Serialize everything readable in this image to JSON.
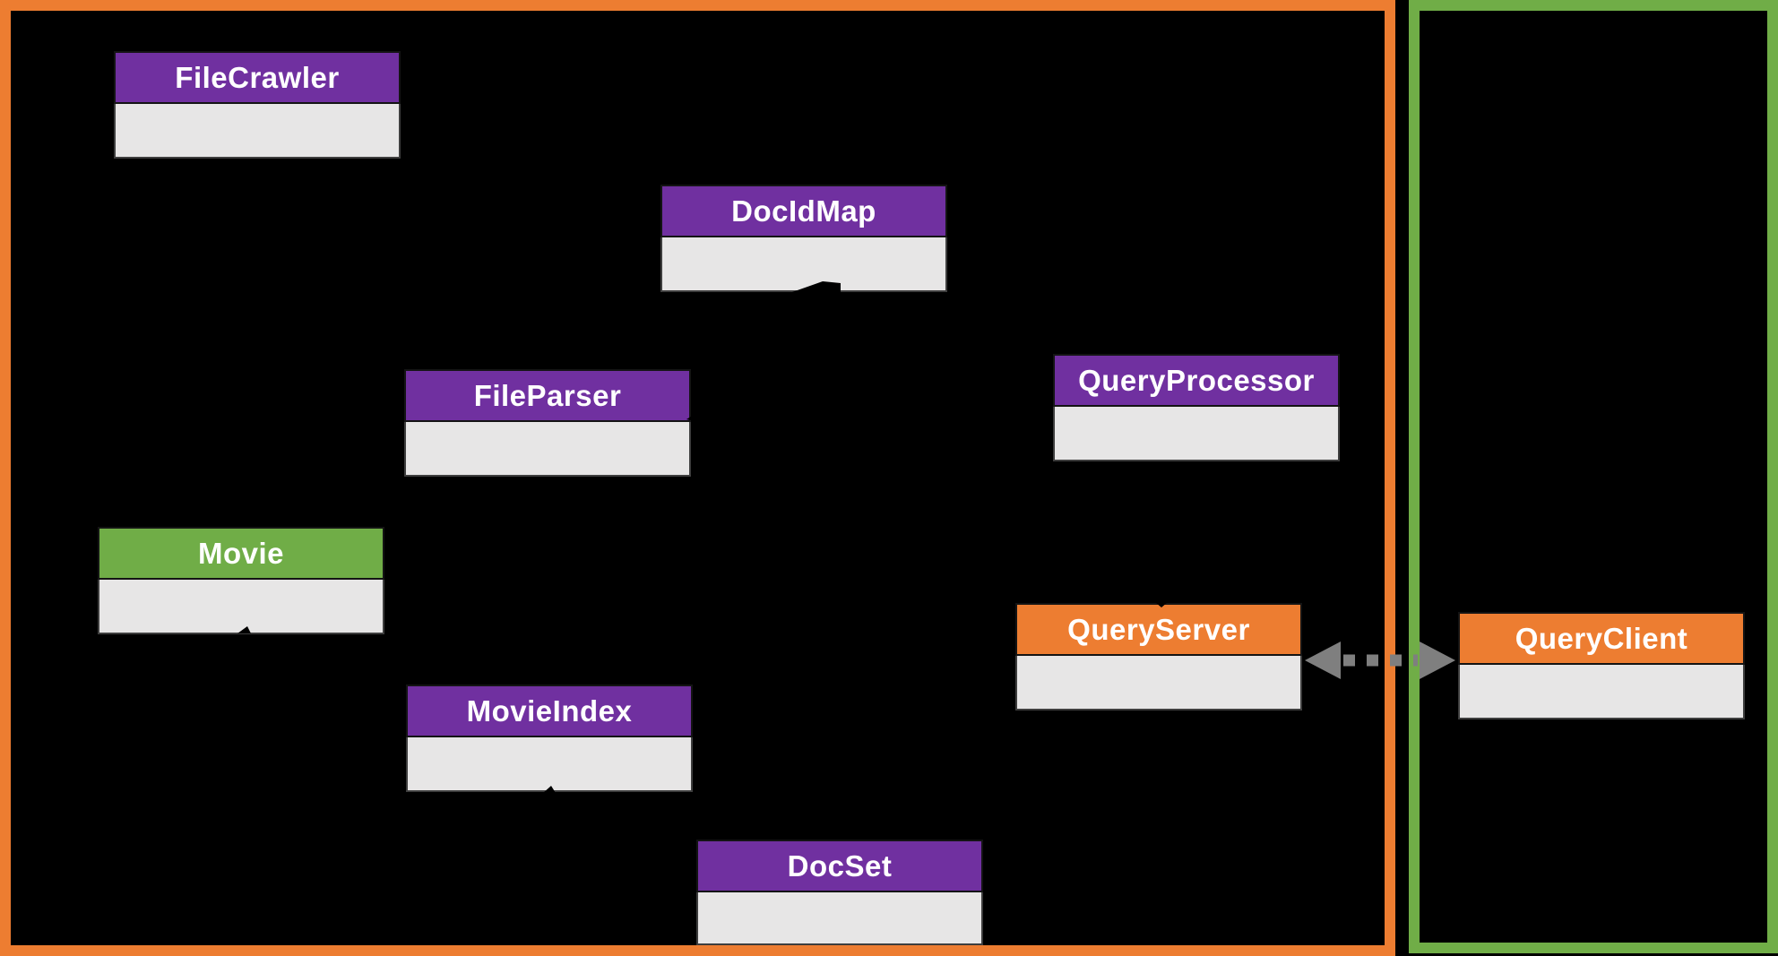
{
  "diagram": {
    "background_color": "#000000",
    "body_color": "#E7E6E6",
    "remnant_color": "#000000",
    "frames": [
      {
        "id": "indexer-group-frame",
        "color": "#ED7D31"
      },
      {
        "id": "client-group-frame",
        "color": "#70AD47"
      }
    ],
    "boxes": [
      {
        "id": "filecrawler",
        "label": "FileCrawler",
        "header_color": "#7030A0"
      },
      {
        "id": "docidmap",
        "label": "DocIdMap",
        "header_color": "#7030A0"
      },
      {
        "id": "fileparser",
        "label": "FileParser",
        "header_color": "#7030A0"
      },
      {
        "id": "queryprocessor",
        "label": "QueryProcessor",
        "header_color": "#7030A0"
      },
      {
        "id": "movie",
        "label": "Movie",
        "header_color": "#70AD47"
      },
      {
        "id": "queryserver",
        "label": "QueryServer",
        "header_color": "#ED7D31"
      },
      {
        "id": "queryclient",
        "label": "QueryClient",
        "header_color": "#ED7D31"
      },
      {
        "id": "movieindex",
        "label": "MovieIndex",
        "header_color": "#7030A0"
      },
      {
        "id": "docset",
        "label": "DocSet",
        "header_color": "#7030A0"
      }
    ],
    "connector": {
      "type": "dashed-double-arrow",
      "color": "#7F7F7F",
      "from": "QueryServer",
      "to": "QueryClient"
    }
  }
}
